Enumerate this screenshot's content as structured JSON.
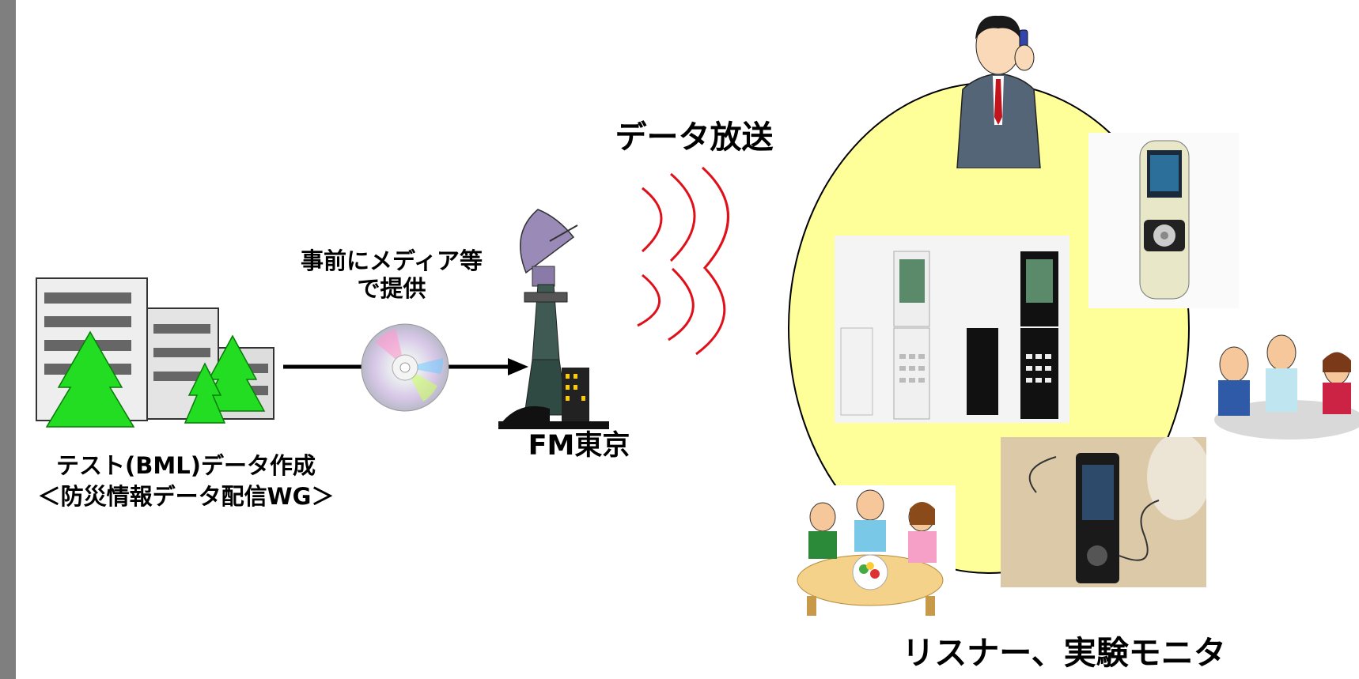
{
  "labels": {
    "data_broadcast": "データ放送",
    "media_line1": "事前にメディア等",
    "media_line2": "で提供",
    "fm_tokyo": "FM東京",
    "test_line1": "テスト(BML)データ作成",
    "test_line2": "＜防災情報データ配信WG＞",
    "listeners": "リスナー、実験モニタ"
  },
  "colors": {
    "sidebar": "#7f7f7f",
    "listener_circle": "#ffff99",
    "signal_waves": "#e0101a",
    "trees": "#22dd22",
    "arrow": "#000000"
  },
  "icons": [
    "school-building",
    "cd-disc",
    "satellite-dish",
    "broadcast-tower",
    "signal-waves",
    "businessman-phone",
    "music-player",
    "flip-phones",
    "meeting-people",
    "prototype-device",
    "family-dinner"
  ]
}
